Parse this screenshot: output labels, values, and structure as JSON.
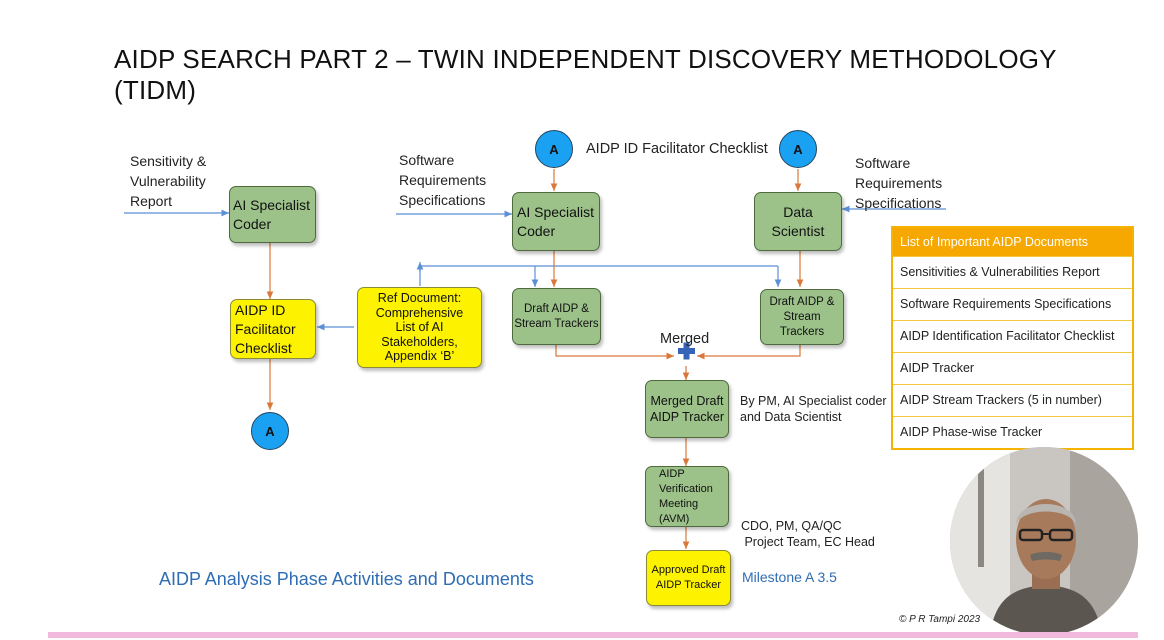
{
  "slide": {
    "title": "AIDP SEARCH PART 2 – TWIN INDEPENDENT DISCOVERY METHODOLOGY (TIDM)",
    "footer_caption": "AIDP Analysis Phase Activities and Documents",
    "copyright": "© P R Tampi 2023"
  },
  "inputs": {
    "svr": [
      "Sensitivity &",
      "Vulnerability",
      "Report"
    ],
    "srs_left": [
      "Software",
      "Requirements",
      "Specifications"
    ],
    "srs_right": [
      "Software",
      "Requirements",
      "Specifications"
    ],
    "facilitator_checklist": "AIDP ID Facilitator Checklist"
  },
  "connectors": {
    "a_top_left": "A",
    "a_top_right": "A",
    "a_bottom": "A"
  },
  "boxes": {
    "ai_coder_1": [
      "AI Specialist",
      "Coder"
    ],
    "ai_coder_2": [
      "AI Specialist",
      "Coder"
    ],
    "data_scientist": [
      "Data",
      "Scientist"
    ],
    "checklist": [
      "AIDP ID",
      "Facilitator",
      "Checklist"
    ],
    "ref_doc": [
      "Ref Document:",
      "Comprehensive",
      "List of AI",
      "Stakeholders,",
      "Appendix ‘B’"
    ],
    "draft_left": [
      "Draft AIDP &",
      "Stream Trackers"
    ],
    "draft_right": [
      "Draft AIDP &",
      "Stream Trackers"
    ],
    "merged_tracker": [
      "Merged Draft",
      "AIDP Tracker"
    ],
    "verification": [
      "AIDP",
      "Verification",
      "Meeting",
      "(AVM)"
    ],
    "approved": [
      "Approved Draft",
      "AIDP Tracker"
    ]
  },
  "notes": {
    "merged": "Merged",
    "merged_by": [
      "By PM, AI Specialist coder",
      "and Data Scientist"
    ],
    "avm_attendees": [
      "CDO, PM, QA/QC",
      " Project Team, EC Head"
    ],
    "milestone": "Milestone A 3.5"
  },
  "document_list": {
    "header": "List of Important AIDP Documents",
    "items": [
      "Sensitivities & Vulnerabilities Report",
      "Software Requirements Specifications",
      "AIDP Identification Facilitator Checklist",
      "AIDP Tracker",
      "AIDP Stream Trackers (5 in number)",
      "AIDP Phase-wise Tracker"
    ]
  },
  "colors": {
    "green_box": "#9cc28a",
    "yellow_box": "#fdf200",
    "connector_blue": "#1ba1f2",
    "arrow_orange": "#d9783a",
    "arrow_blue": "#5b8fd6",
    "list_header": "#f7a800",
    "caption_blue": "#2e6db4",
    "footer_pink": "#f2b9dd"
  }
}
